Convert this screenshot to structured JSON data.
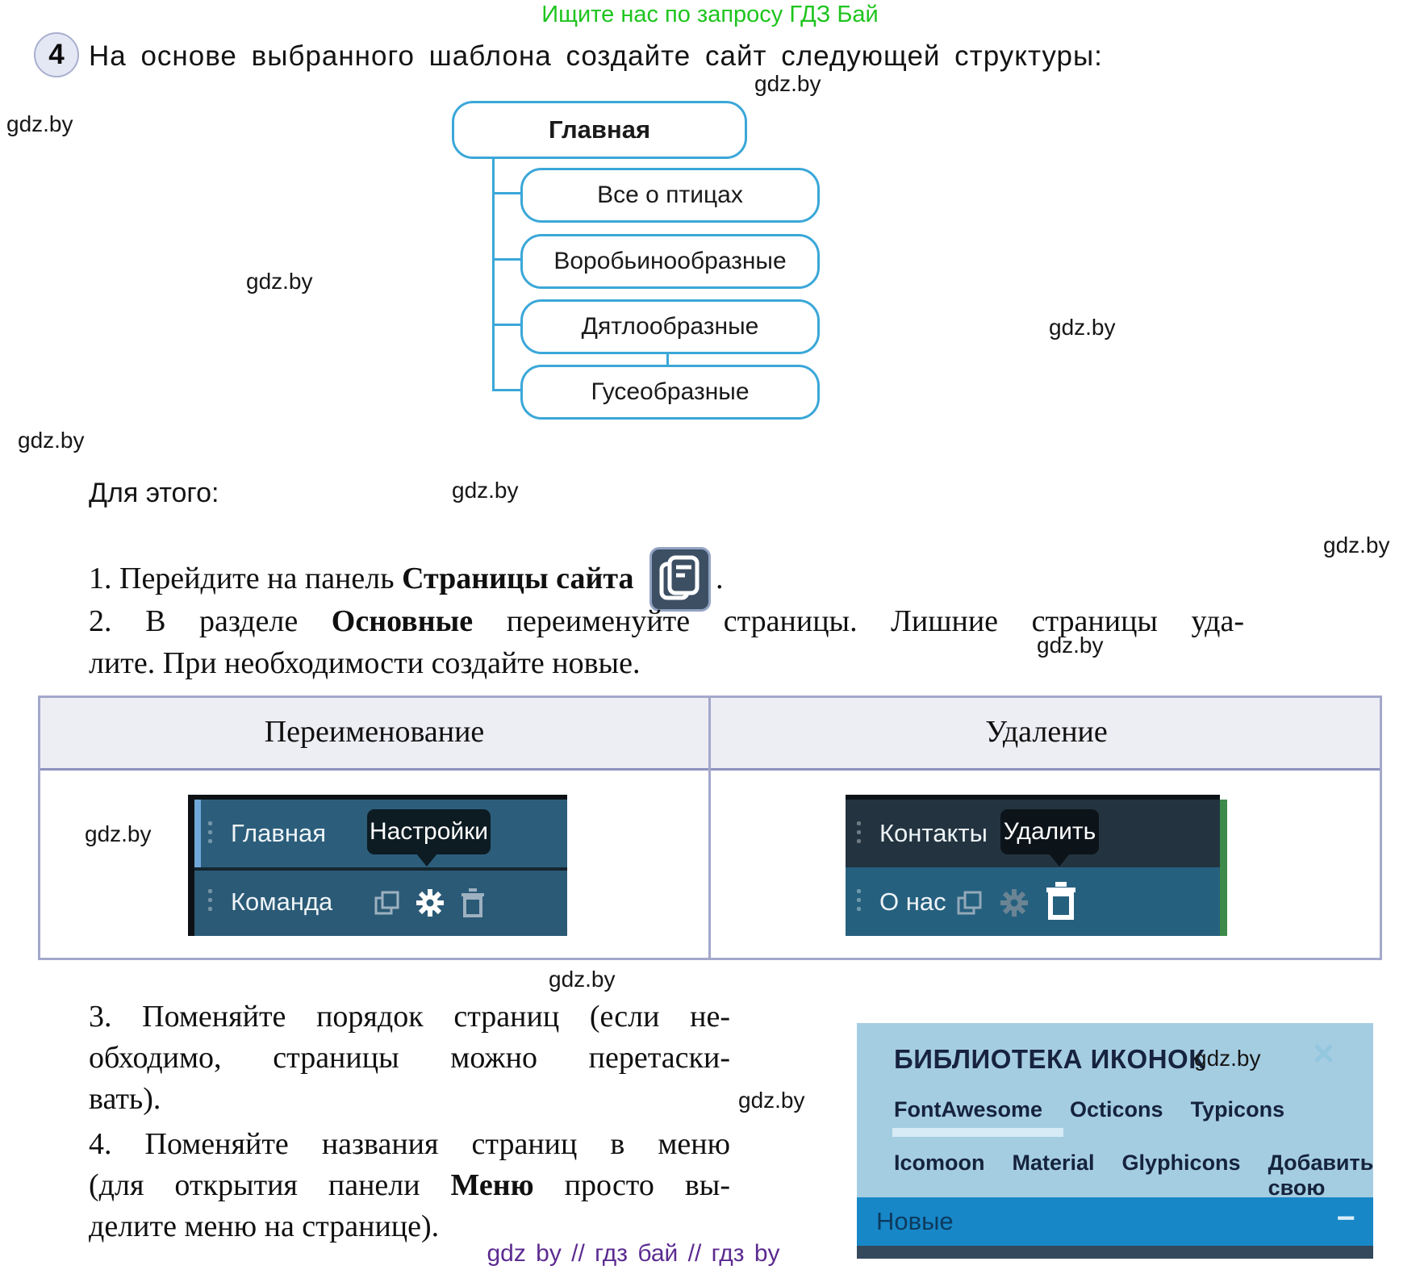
{
  "page": {
    "header_note": "Ищите нас по запросу ГДЗ Бай",
    "watermark": "gdz.by",
    "footer": "gdz by  //  гдз бай  //  гдз by"
  },
  "task": {
    "number": "4",
    "text": "На основе выбранного шаблона создайте сайт следующей структуры:",
    "intro": "Для этого:"
  },
  "diagram": {
    "root": "Главная",
    "children": [
      "Все о птицах",
      "Воробьинообразные",
      "Дятлообразные",
      "Гусеобразные"
    ]
  },
  "steps": {
    "s1_pre": "1. Перейдите на панель ",
    "s1_bold": "Страницы сайта",
    "s1_post": ".",
    "s2_pre": "2. В разделе ",
    "s2_bold": "Основные",
    "s2_post": " переименуйте страницы. Лишние страницы уда-",
    "s2_line2": "лите. При необходимости создайте новые.",
    "s3_line1": "3. Поменяйте порядок страниц (если не-",
    "s3_line2": "обходимо, страницы можно перетаски-",
    "s3_line3": "вать).",
    "s4_line1": "4. Поменяйте названия страниц в меню",
    "s4_line2_pre": "(для открытия панели ",
    "s4_line2_bold": "Меню",
    "s4_line2_post": " просто вы-",
    "s4_line3": "делите меню на странице)."
  },
  "table": {
    "col1": "Переименование",
    "col2": "Удаление",
    "rename_panel": {
      "row1": "Главная",
      "row2": "Команда",
      "tooltip": "Настройки"
    },
    "delete_panel": {
      "row1": "Контакты",
      "row2": "О нас",
      "tooltip": "Удалить"
    }
  },
  "icon_library": {
    "title": "БИБЛИОТЕКА ИКОНОК",
    "close": "×",
    "tabs_row1": [
      "FontAwesome",
      "Octicons",
      "Typicons"
    ],
    "tabs_row2": [
      "Icomoon",
      "Material",
      "Glyphicons",
      "Добавить свою"
    ],
    "active_tab": "FontAwesome",
    "section": "Новые",
    "collapse": "−"
  },
  "icons": {
    "step1_button": "pages-icon",
    "duplicate": "duplicate-icon",
    "settings": "gear-icon",
    "delete": "trash-icon"
  },
  "colors": {
    "diagram_border": "#3aa7d8",
    "note_green": "#1ec41e",
    "footer_purple": "#5c2b90",
    "panel_teal": "#2c5e7b",
    "panel_dark_row": "#233440",
    "tooltip_bg": "#0d1b23",
    "table_border": "#a3a8cb",
    "table_header_bg": "#ededf4",
    "library_bg": "#a5cde2",
    "library_bar": "#1787c8",
    "green_strip": "#3d8a4a"
  }
}
